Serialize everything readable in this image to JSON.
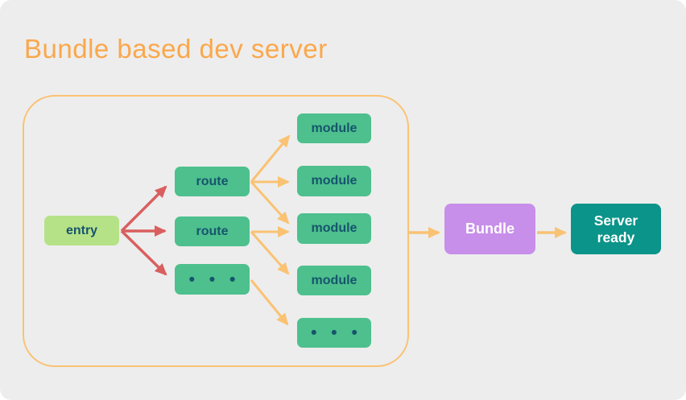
{
  "title": "Bundle based dev server",
  "colors": {
    "page_background": "#FFFFFF",
    "canvas_background": "#EDEDED",
    "title_text": "#FBA74B",
    "group_border": "#FAC273",
    "arrow_orange": "#FAC273",
    "arrow_red": "#D95F5F",
    "node_green": "#4DC08D",
    "node_light_green": "#B6E287",
    "node_purple": "#C78FE9",
    "node_teal": "#0B9489",
    "node_text_dark": "#17546D",
    "node_text_light": "#FFFFFF"
  },
  "nodes": {
    "entry": {
      "label": "entry"
    },
    "route1": {
      "label": "route"
    },
    "route2": {
      "label": "route"
    },
    "routes_more": {
      "label": "• • •"
    },
    "module1": {
      "label": "module"
    },
    "module2": {
      "label": "module"
    },
    "module3": {
      "label": "module"
    },
    "module4": {
      "label": "module"
    },
    "modules_more": {
      "label": "• • •"
    },
    "bundle": {
      "label": "Bundle"
    },
    "server": {
      "label": "Server ready"
    }
  },
  "edges": [
    {
      "from": "entry",
      "to": "route1",
      "color": "red"
    },
    {
      "from": "entry",
      "to": "route2",
      "color": "red"
    },
    {
      "from": "entry",
      "to": "routes_more",
      "color": "red"
    },
    {
      "from": "route1",
      "to": "module1",
      "color": "orange"
    },
    {
      "from": "route1",
      "to": "module2",
      "color": "orange"
    },
    {
      "from": "route1",
      "to": "module3",
      "color": "orange"
    },
    {
      "from": "route2",
      "to": "module3",
      "color": "orange"
    },
    {
      "from": "route2",
      "to": "module4",
      "color": "orange"
    },
    {
      "from": "routes_more",
      "to": "modules_more",
      "color": "orange"
    },
    {
      "from": "group",
      "to": "bundle",
      "color": "orange"
    },
    {
      "from": "bundle",
      "to": "server",
      "color": "orange"
    }
  ]
}
